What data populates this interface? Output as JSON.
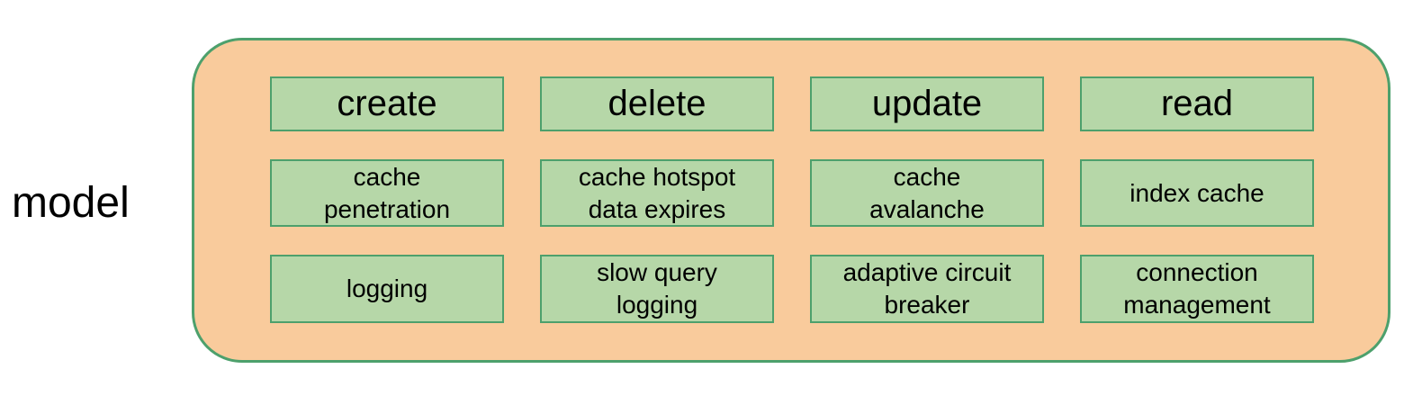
{
  "colors": {
    "background": "#ffffff",
    "container_fill": "#f9cb9c",
    "node_fill": "#b6d7a8",
    "border_green": "#4da06c",
    "text": "#000000"
  },
  "diagram": {
    "side_label": "model",
    "rows": [
      {
        "cells": [
          "create",
          "delete",
          "update",
          "read"
        ]
      },
      {
        "cells": [
          "cache\npenetration",
          "cache hotspot\ndata expires",
          "cache\navalanche",
          "index cache"
        ]
      },
      {
        "cells": [
          "logging",
          "slow query\nlogging",
          "adaptive circuit\nbreaker",
          "connection\nmanagement"
        ]
      }
    ]
  }
}
